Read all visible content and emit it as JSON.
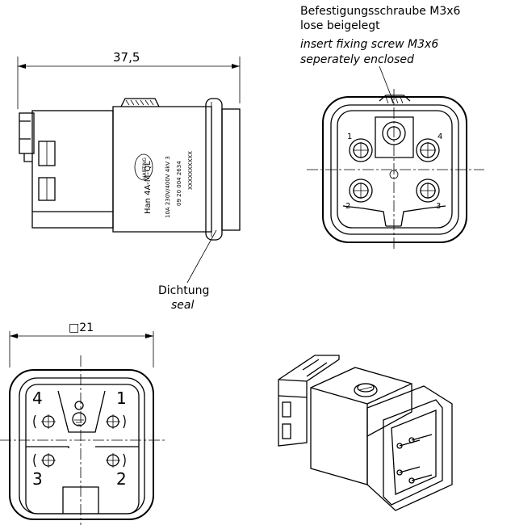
{
  "dimensions": {
    "length": "37,5",
    "square": "□21"
  },
  "screw_note": {
    "line1": "Befestigungsschraube M3x6",
    "line2": "lose beigelegt",
    "line3": "insert fixing screw M3x6",
    "line4": "seperately enclosed"
  },
  "seal_note": {
    "de": "Dichtung",
    "en": "seal"
  },
  "label_print": {
    "type": "Han 4A-M-QL",
    "brand": "HARTING",
    "rating": "10A 230V/400V 4kV 3",
    "partno": "09 20 004 2634",
    "serial": "XXXXXXXXXX"
  },
  "front_view_numbers": {
    "n1": "1",
    "n2": "2",
    "n3": "3",
    "n4": "4"
  },
  "top_view_numbers": {
    "n1": "1",
    "n2": "2",
    "n3": "3",
    "n4": "4"
  }
}
